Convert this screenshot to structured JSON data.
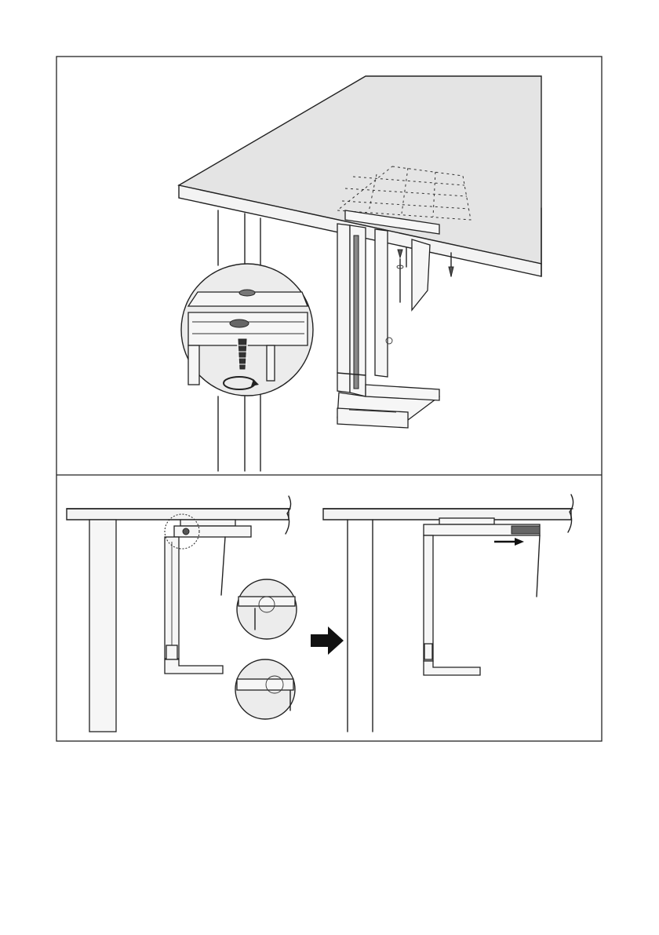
{
  "document": {
    "type": "assembly-instruction-page",
    "panels": [
      {
        "id": "panel-top",
        "depicts": "mount-under-desk-with-screws"
      },
      {
        "id": "panel-bottom-left",
        "depicts": "holder-before-sliding"
      },
      {
        "id": "panel-bottom-right",
        "depicts": "holder-after-sliding"
      }
    ],
    "icons": [
      "screwdriver-rotate-icon",
      "step-arrow-icon",
      "slide-direction-arrow-icon",
      "screw-icon"
    ],
    "colors": {
      "line": "#222222",
      "desk": "#e4e4e4",
      "frame": "#222222",
      "background": "#ffffff"
    }
  }
}
